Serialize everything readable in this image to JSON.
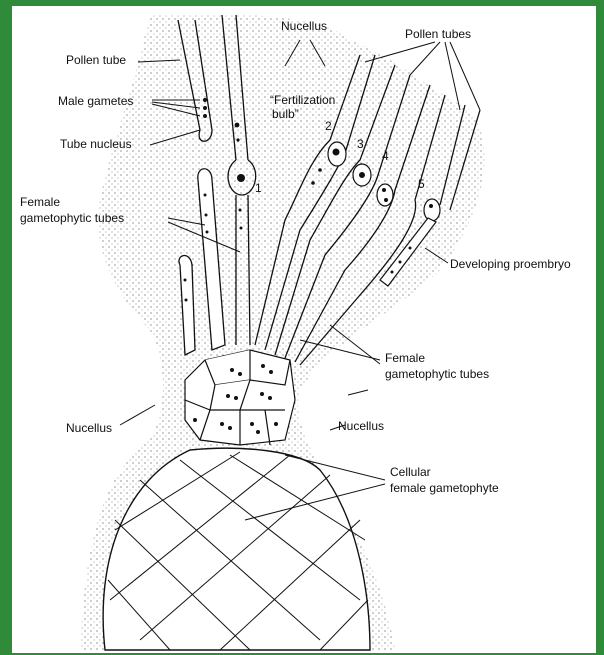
{
  "colors": {
    "background": "#2f8a3a",
    "paper": "#ffffff",
    "ink": "#111111"
  },
  "labels": {
    "nucellus_top": "Nucellus",
    "pollen_tubes": "Pollen tubes",
    "pollen_tube": "Pollen tube",
    "male_gametes": "Male gametes",
    "fertilization_bulb_line1": "“Fertilization",
    "fertilization_bulb_line2": "bulb”",
    "tube_nucleus": "Tube nucleus",
    "num_1": "1",
    "num_2": "2",
    "num_3": "3",
    "num_4": "4",
    "num_5": "5",
    "female_tubes_left_line1": "Female",
    "female_tubes_left_line2": "gametophytic tubes",
    "developing_proembryo": "Developing proembryo",
    "female_tubes_right_line1": "Female",
    "female_tubes_right_line2": "gametophytic tubes",
    "nucellus_left": "Nucellus",
    "nucellus_right": "Nucellus",
    "cellular_line1": "Cellular",
    "cellular_line2": "female gametophyte"
  }
}
